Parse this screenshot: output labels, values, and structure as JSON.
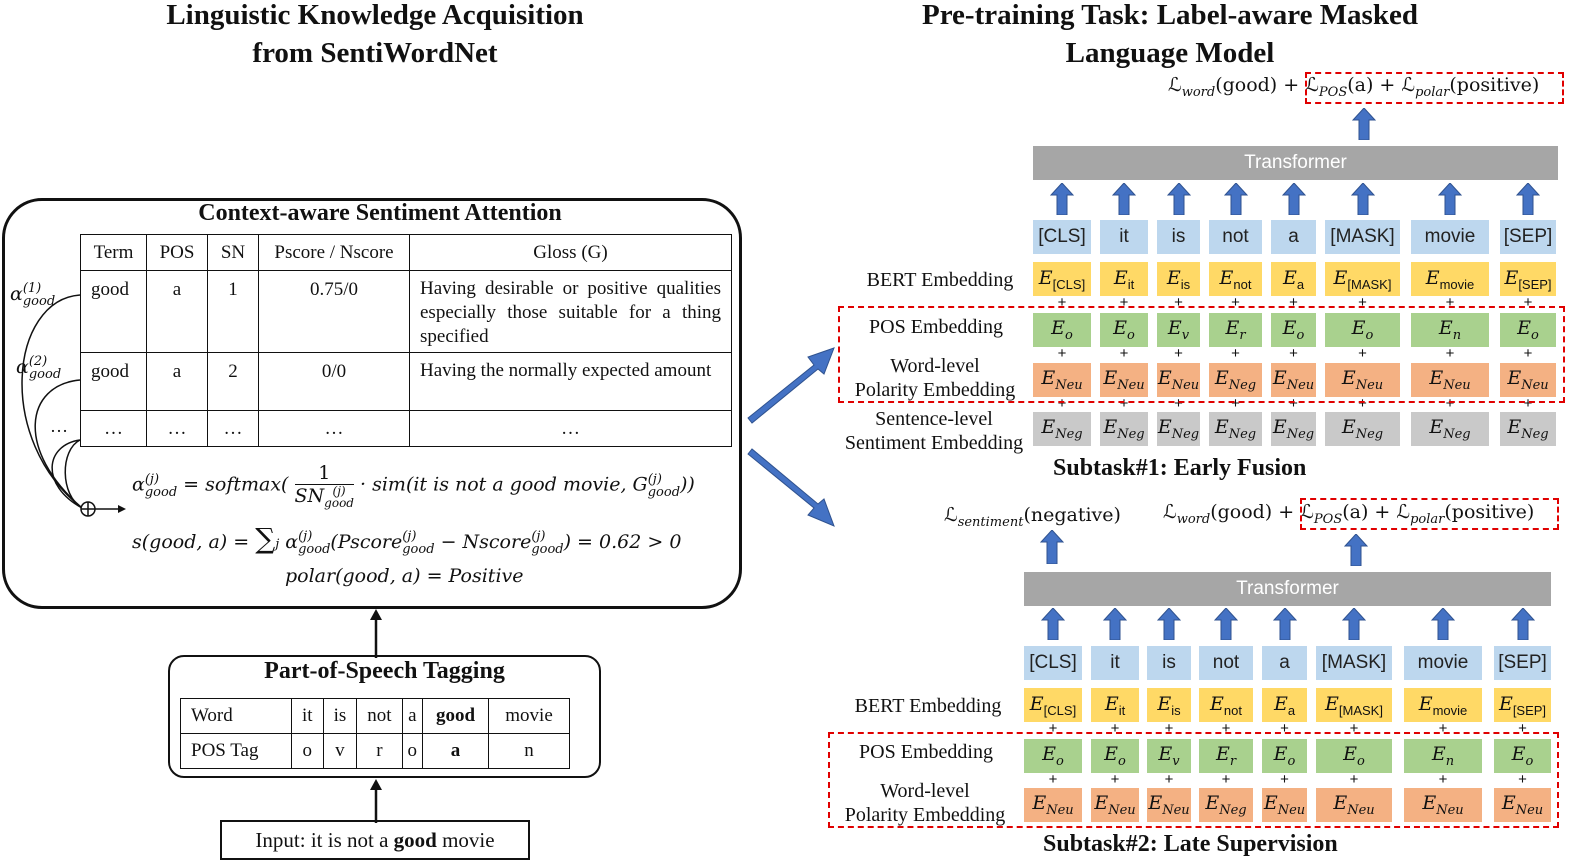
{
  "left": {
    "title_line1": "Linguistic Knowledge Acquisition",
    "title_line2": "from SentiWordNet",
    "csa": {
      "title": "Context-aware Sentiment Attention",
      "headers": [
        "Term",
        "POS",
        "SN",
        "Pscore / Nscore",
        "Gloss (G)"
      ],
      "rows": [
        [
          "good",
          "a",
          "1",
          "0.75/0",
          "Having desirable or positive qualities especially those suitable for a thing specified"
        ],
        [
          "good",
          "a",
          "2",
          "0/0",
          "Having the normally expected amount"
        ],
        [
          "…",
          "…",
          "…",
          "…",
          "…"
        ]
      ],
      "alpha1": "α(1)good",
      "alpha2": "α(2)good",
      "alpha_dots": "…",
      "formula1": "α(j)good = softmax( 1 / SN(j)good · sim(it is not a good movie, G(j)good))",
      "formula2": "s(good, a) = ∑j α(j)good (Pscore(j)good − Nscore(j)good) = 0.62 > 0",
      "formula3": "polar(good, a) = Positive"
    },
    "pos_tagging": {
      "title": "Part-of-Speech Tagging",
      "word_label": "Word",
      "tag_label": "POS Tag",
      "words": [
        "it",
        "is",
        "not",
        "a",
        "good",
        "movie"
      ],
      "tags": [
        "o",
        "v",
        "r",
        "o",
        "a",
        "n"
      ]
    },
    "input": {
      "prefix": "Input: it is not a",
      "bold": "good",
      "suffix": "movie"
    }
  },
  "right": {
    "title_line1": "Pre-training Task: Label-aware Masked",
    "title_line2": "Language Model",
    "tokens": [
      "[CLS]",
      "it",
      "is",
      "not",
      "a",
      "[MASK]",
      "movie",
      "[SEP]"
    ],
    "bert_sub": [
      "[CLS]",
      "it",
      "is",
      "not",
      "a",
      "[MASK]",
      "movie",
      "[SEP]"
    ],
    "pos_sub": [
      "o",
      "o",
      "v",
      "r",
      "o",
      "o",
      "n",
      "o"
    ],
    "polarity_sub": [
      "Neu",
      "Neu",
      "Neu",
      "Neg",
      "Neu",
      "Neu",
      "Neu",
      "Neu"
    ],
    "sentence_sub": [
      "Neg",
      "Neg",
      "Neg",
      "Neg",
      "Neg",
      "Neg",
      "Neg",
      "Neg"
    ],
    "labels": {
      "bert": "BERT Embedding",
      "pos": "POS Embedding",
      "polarity_line1": "Word-level",
      "polarity_line2": "Polarity Embedding",
      "sentence_line1": "Sentence-level",
      "sentence_line2": "Sentiment Embedding"
    },
    "transformer_label": "Transformer",
    "plus": "+",
    "subtask1": {
      "caption": "Subtask#1: Early Fusion",
      "loss_word": "word",
      "loss_word_arg": "(good) +",
      "loss_pos": "POS",
      "loss_pos_arg": "(a) +",
      "loss_polar": "polar",
      "loss_polar_arg": "(positive)"
    },
    "subtask2": {
      "caption": "Subtask#2: Late Supervision",
      "loss_sentiment": "sentiment",
      "loss_sentiment_arg": "(negative)",
      "loss_word": "word",
      "loss_word_arg": "(good) +",
      "loss_pos": "POS",
      "loss_pos_arg": "(a) +",
      "loss_polar": "polar",
      "loss_polar_arg": "(positive)"
    }
  },
  "colors": {
    "token": "#bdd7ee",
    "bert": "#ffd966",
    "pos": "#a9d18e",
    "polarity": "#f4b183",
    "sentence": "#c9c9c9",
    "transformer": "#a6a6a6",
    "arrow": "#4472c4",
    "dashed_box": "#e00000"
  }
}
